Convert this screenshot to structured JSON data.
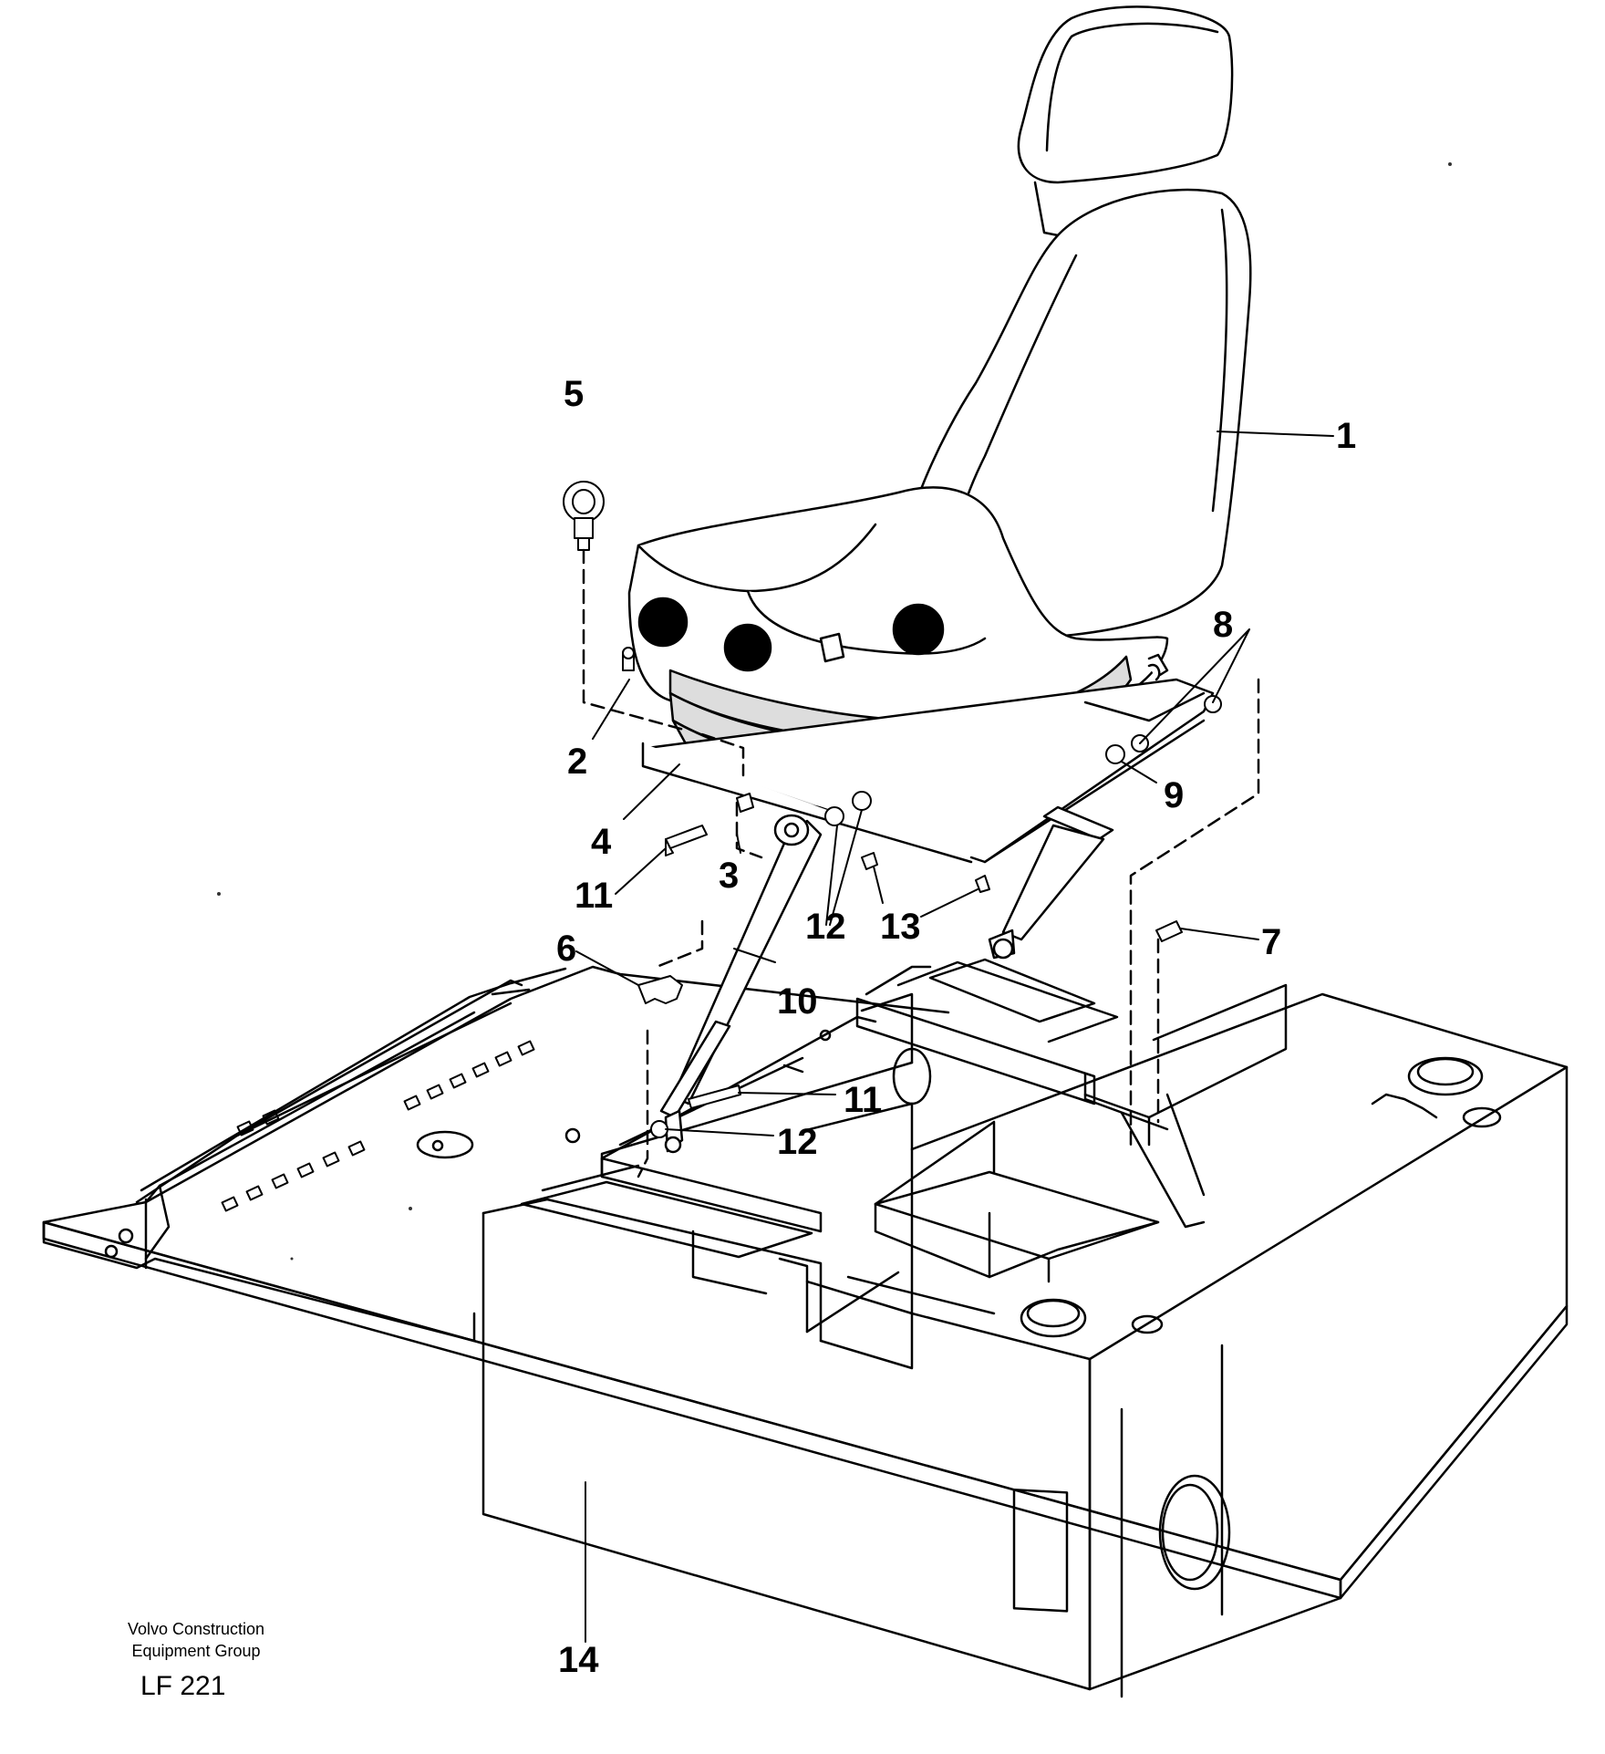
{
  "diagram": {
    "credit": {
      "line1": "Volvo Construction",
      "line2": "Equipment Group"
    },
    "figure_code": "LF 221",
    "callouts": {
      "c1": "1",
      "c2": "2",
      "c3": "3",
      "c4": "4",
      "c5": "5",
      "c6": "6",
      "c7": "7",
      "c8": "8",
      "c9": "9",
      "c10": "10",
      "c11a": "11",
      "c11b": "11",
      "c12a": "12",
      "c12b": "12",
      "c13": "13",
      "c14": "14"
    },
    "colors": {
      "ink": "#000000",
      "paper": "#ffffff",
      "dot": "#333333"
    }
  }
}
